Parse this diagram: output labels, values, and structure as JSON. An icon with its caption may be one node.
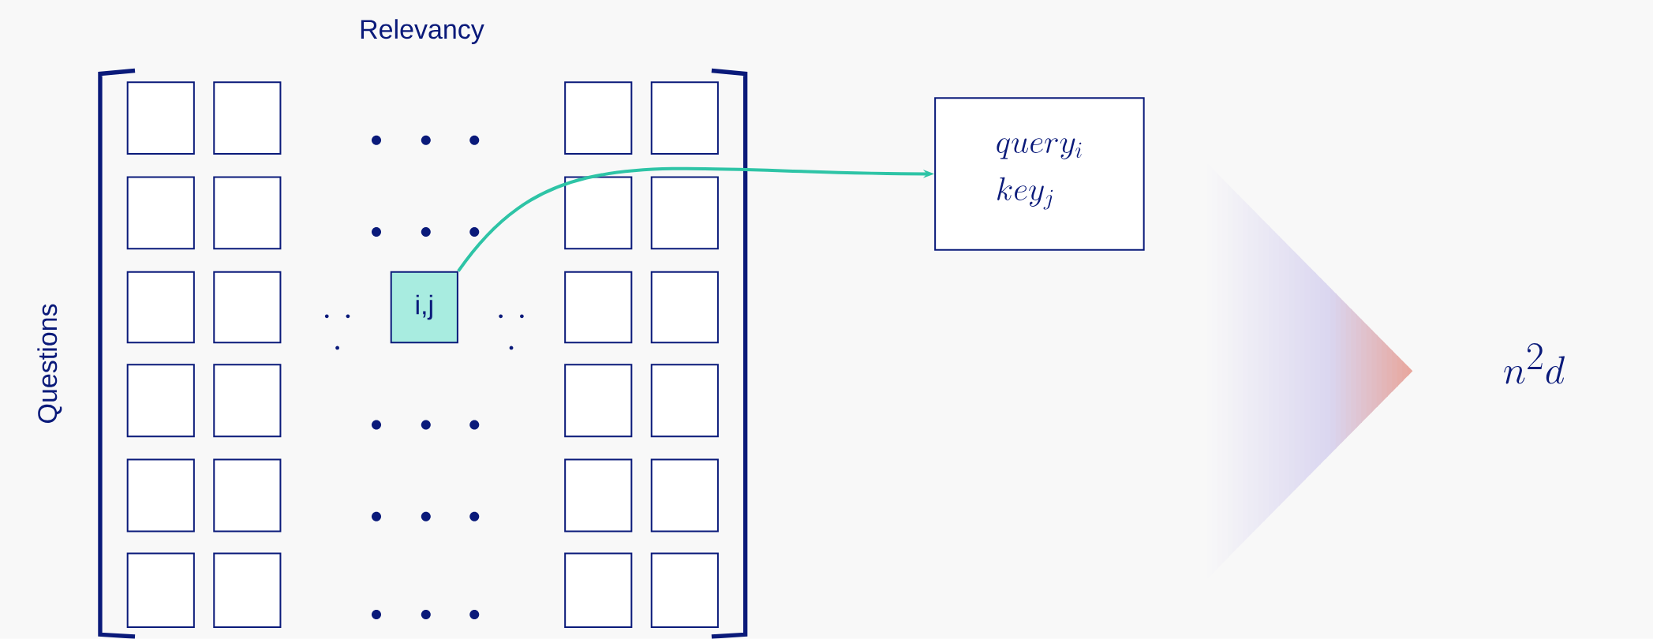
{
  "diagram": {
    "nodes": [
      {
        "text": [],
        "shape": "box"
      },
      {
        "text": [],
        "shape": "box"
      },
      {
        "text": [],
        "shape": "box"
      },
      {
        "text": [],
        "shape": "box"
      },
      {
        "text": [],
        "shape": "box"
      },
      {
        "text": [],
        "shape": "box"
      },
      {
        "text": [],
        "shape": "box"
      },
      {
        "text": [],
        "shape": "box"
      },
      {
        "text": [],
        "shape": "box"
      },
      {
        "text": [],
        "shape": "box"
      },
      {
        "text": [
          "i,j"
        ]
      },
      {
        "text": [],
        "shape": "box"
      },
      {
        "text": [],
        "shape": "box"
      },
      {
        "text": [],
        "shape": "box"
      },
      {
        "text": [],
        "shape": "box"
      },
      {
        "text": [],
        "shape": "box"
      },
      {
        "text": [],
        "shape": "box"
      },
      {
        "text": [],
        "shape": "box"
      },
      {
        "text": [],
        "shape": "box"
      },
      {
        "text": [],
        "shape": "box"
      },
      {
        "text": [],
        "shape": "box"
      },
      {
        "text": [],
        "shape": "box"
      },
      {
        "text": [],
        "shape": "box"
      },
      {
        "text": [],
        "shape": "box"
      },
      {
        "text": [],
        "shape": "box"
      },
      {
        "text": [
          "query_{i}",
          "key_{j}"
        ]
      }
    ],
    "edges": [
      {
        "from": 10,
        "to": 25,
        "arrow": "to"
      }
    ],
    "labels": [
      "Relevancy",
      "Questions",
      "n^{2}d"
    ]
  }
}
